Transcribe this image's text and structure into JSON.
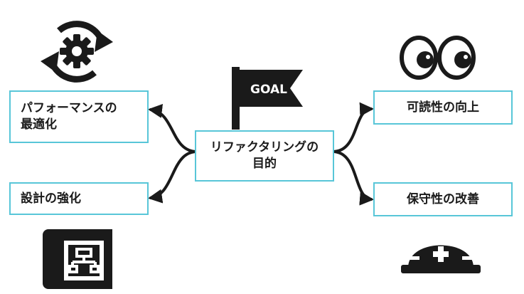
{
  "center": {
    "line1": "リファクタリングの",
    "line2": "目的"
  },
  "flag": {
    "label": "GOAL"
  },
  "goals": {
    "performance": {
      "line1": "パフォーマンスの",
      "line2": "最適化"
    },
    "design": {
      "label": "設計の強化"
    },
    "readability": {
      "label": "可読性の向上"
    },
    "maintainability": {
      "label": "保守性の改善"
    }
  },
  "icons": {
    "performance": "gear-cycle-icon",
    "design": "blueprint-icon",
    "readability": "eyes-icon",
    "maintainability": "hard-hat-icon",
    "goal": "goal-flag-icon"
  },
  "colors": {
    "box_border": "#58c6d8",
    "ink": "#1a1a1a",
    "text": "#1a1a1a"
  }
}
